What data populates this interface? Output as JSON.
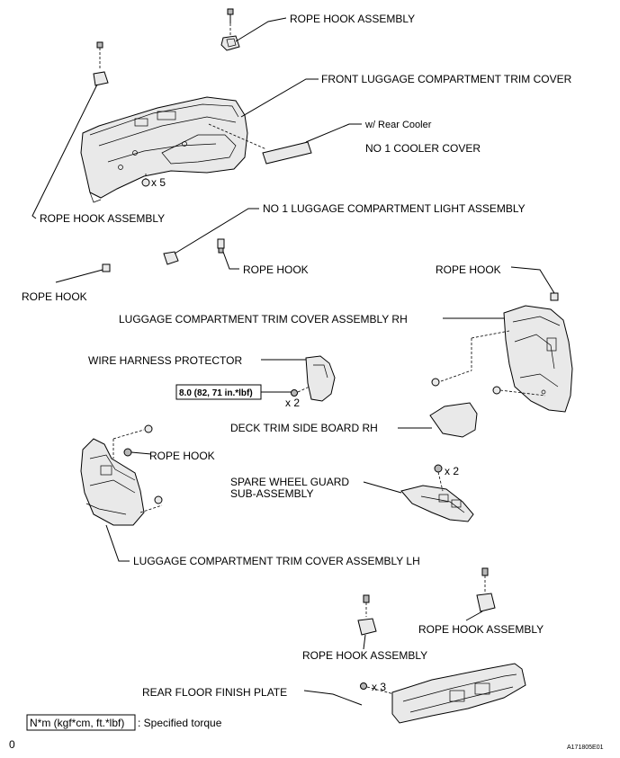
{
  "labels": {
    "rope_hook_assembly_top": "ROPE HOOK ASSEMBLY",
    "front_luggage_trim_cover": "FRONT LUGGAGE COMPARTMENT TRIM COVER",
    "rear_cooler_note": "w/ Rear Cooler",
    "no1_cooler_cover": "NO  1 COOLER COVER",
    "clip_count_x5": "x 5",
    "rope_hook_assembly_left": "ROPE HOOK ASSEMBLY",
    "no1_luggage_light": "NO  1 LUGGAGE COMPARTMENT LIGHT ASSEMBLY",
    "rope_hook_center": "ROPE HOOK",
    "rope_hook_left": "ROPE HOOK",
    "rope_hook_right": "ROPE HOOK",
    "trim_cover_rh": "LUGGAGE COMPARTMENT TRIM COVER ASSEMBLY RH",
    "wire_harness_protector": "WIRE HARNESS PROTECTOR",
    "torque_value": "8.0 (82, 71 in.*lbf)",
    "bolt_count_x2": "x 2",
    "deck_trim_side_board": "DECK TRIM SIDE BOARD RH",
    "rope_hook_lower": "ROPE HOOK",
    "spare_wheel_guard_line1": "SPARE WHEEL GUARD",
    "spare_wheel_guard_line2": "SUB-ASSEMBLY",
    "spare_bolt_count_x2": "x 2",
    "trim_cover_lh": "LUGGAGE COMPARTMENT TRIM COVER ASSEMBLY LH",
    "rope_hook_assembly_lower_right": "ROPE HOOK ASSEMBLY",
    "rope_hook_assembly_lower_mid": "ROPE HOOK ASSEMBLY",
    "rear_floor_finish_plate": "REAR FLOOR FINISH PLATE",
    "screw_count_x3": "x 3"
  },
  "legend": {
    "torque_symbol": "N*m (kgf*cm, ft.*lbf)",
    "torque_text": ": Specified torque"
  },
  "page_marker": "0",
  "figure_id": "A171805E01"
}
